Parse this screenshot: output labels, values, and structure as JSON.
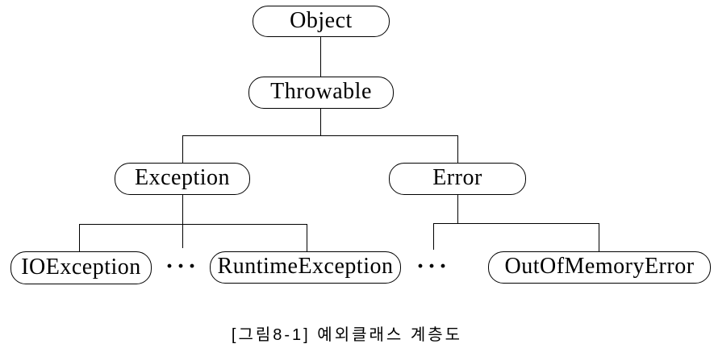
{
  "diagram": {
    "nodes": {
      "object": {
        "label": "Object"
      },
      "throwable": {
        "label": "Throwable"
      },
      "exception": {
        "label": "Exception"
      },
      "error": {
        "label": "Error"
      },
      "ioexception": {
        "label": "IOException"
      },
      "runtimeexception": {
        "label": "RuntimeException"
      },
      "outofmemoryerror": {
        "label": "OutOfMemoryError"
      }
    },
    "ellipsis": "···",
    "edges": [
      {
        "from": "Object",
        "to": "Throwable"
      },
      {
        "from": "Throwable",
        "to": "Exception"
      },
      {
        "from": "Throwable",
        "to": "Error"
      },
      {
        "from": "Exception",
        "to": "IOException"
      },
      {
        "from": "Exception",
        "to": "RuntimeException"
      },
      {
        "from": "Error",
        "to": "OutOfMemoryError"
      }
    ],
    "colors": {
      "background": "#ffffff",
      "node_fill": "#ffffff",
      "node_border": "#000000",
      "line": "#000000",
      "text": "#000000"
    }
  },
  "caption": {
    "text": "[그림8-1]  예외클래스  계층도"
  }
}
